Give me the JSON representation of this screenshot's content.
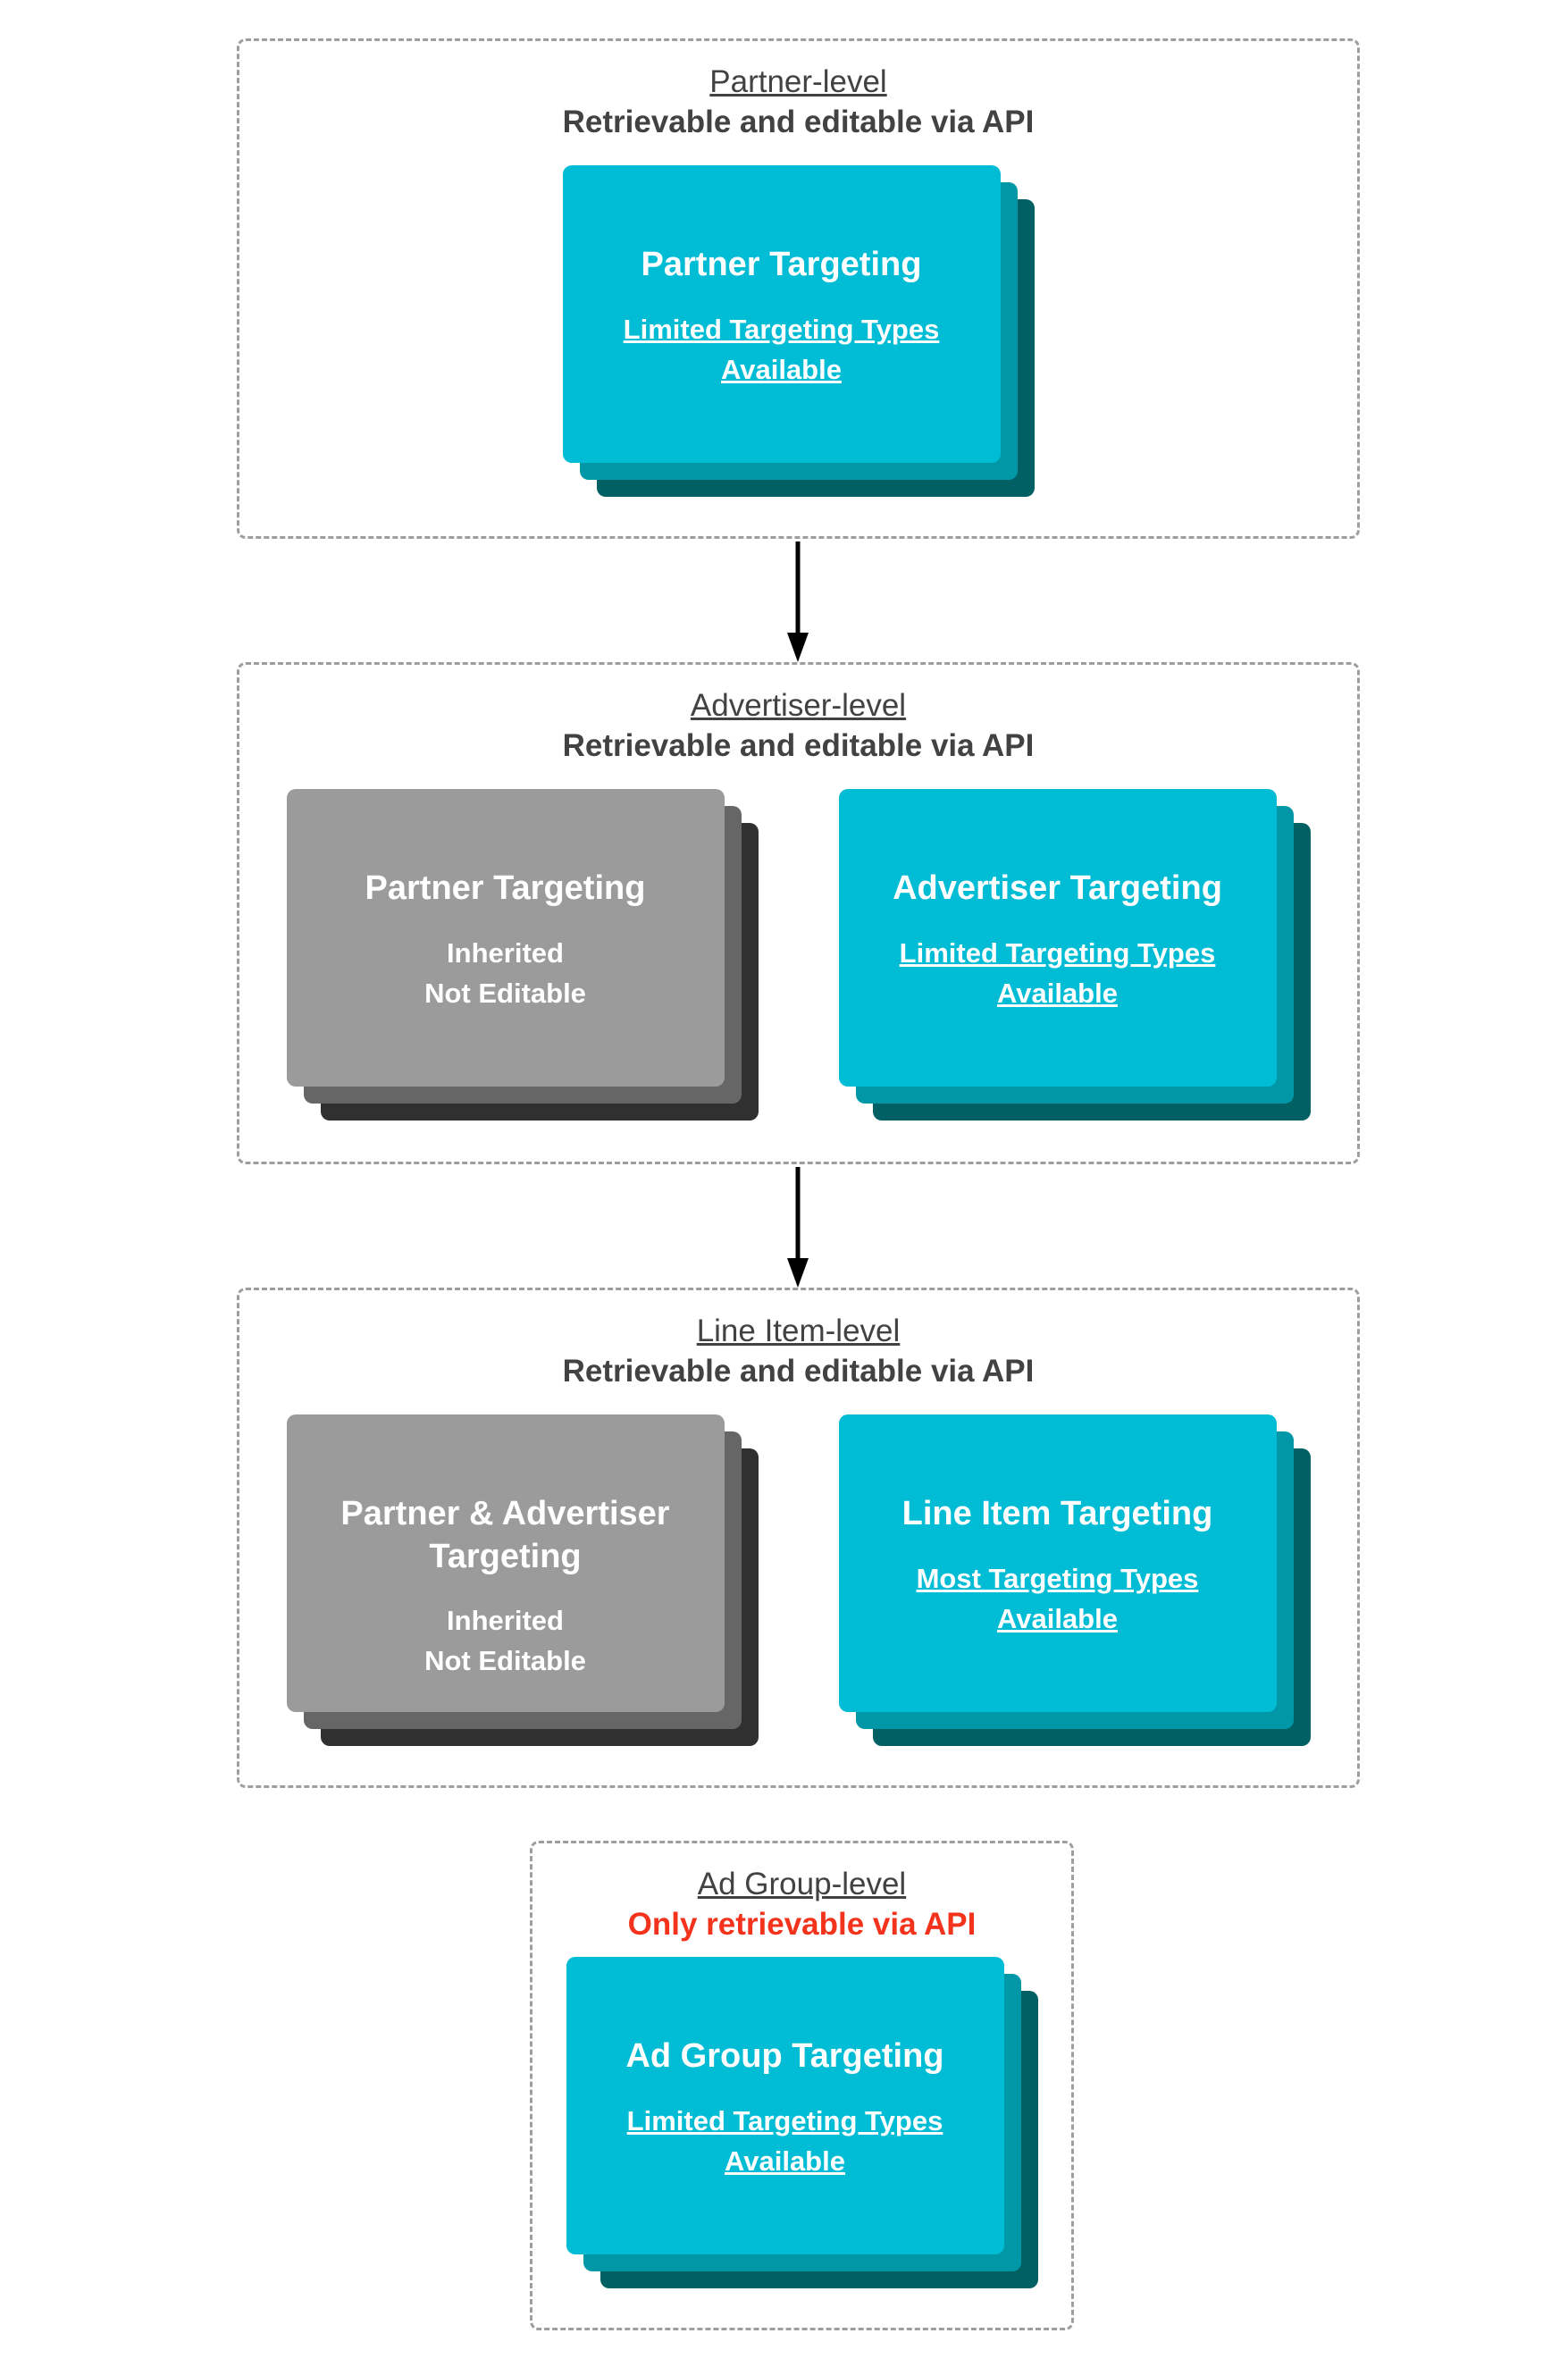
{
  "palette": {
    "cyan_card": "#00bcd4",
    "cyan_shadow_mid": "#0097a7",
    "cyan_shadow_back": "#006064",
    "gray_card": "#9b9b9b",
    "gray_shadow_mid": "#666666",
    "gray_shadow_back": "#303030",
    "heading_text": "#424242",
    "alert_red": "#f4331d",
    "card_text": "#ffffff",
    "dashed_border": "#9e9e9e",
    "arrow": "#000000"
  },
  "sections": [
    {
      "id": "partner-level",
      "title": "Partner-level",
      "subtitle": "Retrievable and editable via API",
      "cards": [
        {
          "variant": "cyan",
          "title": "Partner Targeting",
          "body": [
            "Limited Targeting Types Available"
          ]
        }
      ]
    },
    {
      "id": "advertiser-level",
      "title": "Advertiser-level",
      "subtitle": "Retrievable and editable via API",
      "cards": [
        {
          "variant": "gray",
          "title": "Partner Targeting",
          "body": [
            "Inherited",
            "Not Editable"
          ]
        },
        {
          "variant": "cyan",
          "title": "Advertiser Targeting",
          "body": [
            "Limited Targeting Types Available"
          ]
        }
      ]
    },
    {
      "id": "line-item-level",
      "title": "Line Item-level",
      "subtitle": "Retrievable and editable via API",
      "cards": [
        {
          "variant": "gray",
          "title": "Partner & Advertiser Targeting",
          "body": [
            "Inherited",
            "Not Editable"
          ]
        },
        {
          "variant": "cyan",
          "title": "Line Item Targeting",
          "body": [
            "Most Targeting Types Available"
          ]
        }
      ]
    },
    {
      "id": "ad-group-level",
      "title": "Ad Group-level",
      "subtitle": "Only retrievable via API",
      "cards": [
        {
          "variant": "cyan",
          "title": "Ad Group Targeting",
          "body": [
            "Limited Targeting Types Available"
          ]
        }
      ]
    }
  ]
}
